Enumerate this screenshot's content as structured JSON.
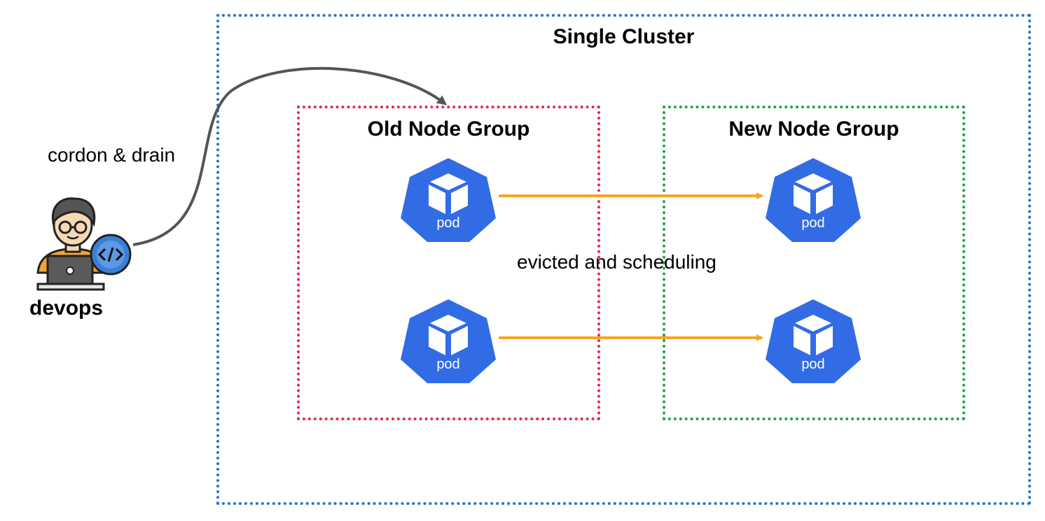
{
  "cluster": {
    "title": "Single Cluster"
  },
  "old_group": {
    "title": "Old Node Group"
  },
  "new_group": {
    "title": "New Node Group"
  },
  "actor": {
    "label": "devops",
    "icon": "developer-laptop-icon"
  },
  "annotations": {
    "cordon": "cordon & drain",
    "evicted": "evicted and scheduling"
  },
  "pods": [
    {
      "group": "old",
      "label": "pod"
    },
    {
      "group": "old",
      "label": "pod"
    },
    {
      "group": "new",
      "label": "pod"
    },
    {
      "group": "new",
      "label": "pod"
    }
  ],
  "colors": {
    "cluster_border": "#1f74c8",
    "old_border": "#e8274b",
    "new_border": "#14a844",
    "pod_fill": "#326ce5",
    "migration_arrow": "#f5a623",
    "action_arrow": "#555555"
  }
}
